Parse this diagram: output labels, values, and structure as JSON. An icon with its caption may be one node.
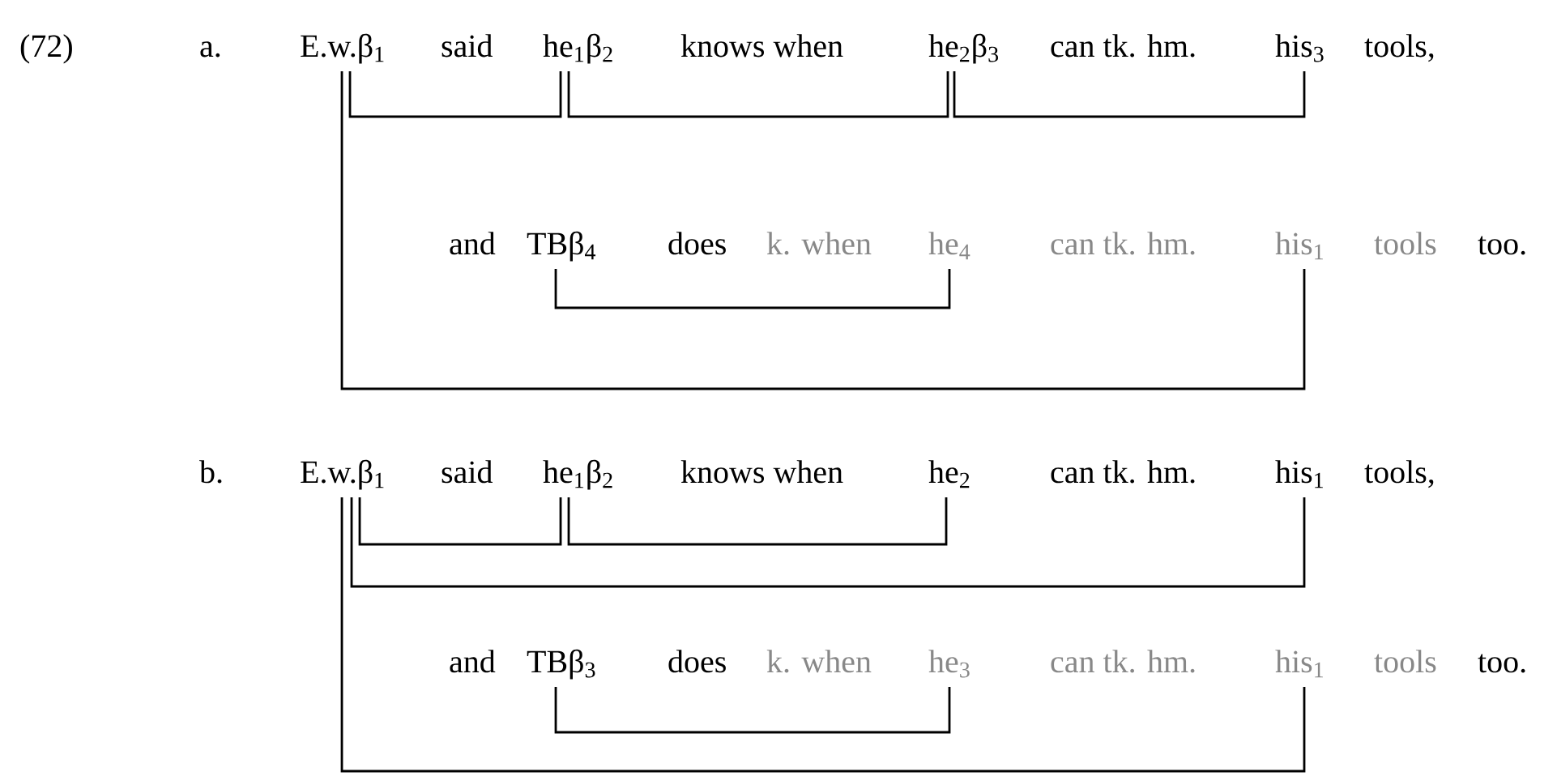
{
  "diagram": {
    "nodes": [
      {
        "text": [
          "E.w.β$_{1}$"
        ]
      },
      {
        "text": [
          "he$_{1}$β$_{2}$"
        ]
      },
      {
        "text": [
          "he$_{2}$β$_{3}$"
        ]
      },
      {
        "text": [
          "his$_{3}$"
        ]
      },
      {
        "text": [
          "TBβ$_{4}$"
        ]
      },
      {
        "text": [
          "he$_{4}$"
        ]
      },
      {
        "text": [
          "his$_{1}$"
        ]
      },
      {
        "text": [
          "E.w.β$_{1}$"
        ]
      },
      {
        "text": [
          "he$_{1}$β$_{2}$"
        ]
      },
      {
        "text": [
          "he$_{2}$"
        ]
      },
      {
        "text": [
          "his$_{1}$"
        ]
      },
      {
        "text": [
          "TBβ$_{3}$"
        ]
      },
      {
        "text": [
          "he$_{3}$"
        ]
      },
      {
        "text": [
          "his$_{1}$"
        ]
      }
    ],
    "edges": [
      {
        "from": 0,
        "to": 1,
        "arrow": "none"
      },
      {
        "from": 1,
        "to": 2,
        "arrow": "none"
      },
      {
        "from": 2,
        "to": 3,
        "arrow": "none"
      },
      {
        "from": 4,
        "to": 5,
        "arrow": "none"
      },
      {
        "from": 0,
        "to": 6,
        "arrow": "none"
      },
      {
        "from": 7,
        "to": 8,
        "arrow": "none"
      },
      {
        "from": 8,
        "to": 9,
        "arrow": "none"
      },
      {
        "from": 7,
        "to": 10,
        "arrow": "none"
      },
      {
        "from": 11,
        "to": 12,
        "arrow": "none"
      },
      {
        "from": 7,
        "to": 13,
        "arrow": "none"
      }
    ],
    "labels": [
      "(72)",
      "a.",
      "said",
      "knows when",
      "can tk. hm.",
      "tools,",
      "and",
      "does",
      "k. when",
      "can tk. hm.",
      "tools",
      "too.",
      "b.",
      "said",
      "knows when",
      "can tk. hm.",
      "tools,",
      "and",
      "does",
      "k. when",
      "can tk. hm.",
      "tools",
      "too."
    ]
  }
}
